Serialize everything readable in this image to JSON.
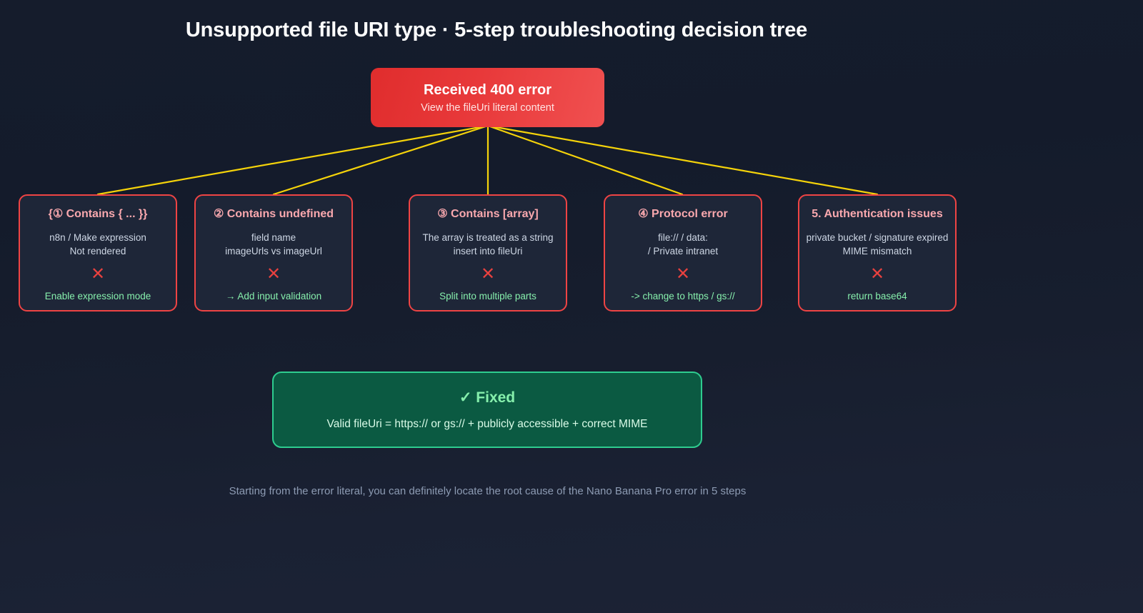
{
  "page": {
    "title": "Unsupported file URI type · 5-step troubleshooting decision tree",
    "footer_note": "Starting from the error literal, you can definitely locate the root cause of the Nano Banana Pro error in 5 steps"
  },
  "colors": {
    "background": "#151c2c",
    "root_red": "#e8393a",
    "card_border_red": "#ef4444",
    "card_fill": "#1e2638",
    "card_title_pink": "#f9a8ae",
    "fix_green": "#86efac",
    "connector_yellow": "#f5d30a",
    "fixed_border": "#2ecc8f",
    "fixed_fill": "#0b5a42",
    "x_mark_red": "#e8413f",
    "footer_gray": "#8d9bb3"
  },
  "root": {
    "title": "Received 400 error",
    "subtitle": "View the fileUri literal content"
  },
  "branches": [
    {
      "title": "{① Contains { ... }}",
      "detail_lines": [
        "n8n / Make expression",
        "Not rendered"
      ],
      "x_mark": "✕",
      "fix": "Enable expression mode"
    },
    {
      "title": "② Contains undefined",
      "detail_lines": [
        "field name",
        "imageUrls vs imageUrl"
      ],
      "x_mark": "✕",
      "fix": "→ Add input validation"
    },
    {
      "title": "③ Contains [array]",
      "detail_lines": [
        "The array is treated as a string",
        "insert into fileUri"
      ],
      "x_mark": "✕",
      "fix": "Split into multiple parts"
    },
    {
      "title": "④ Protocol error",
      "detail_lines": [
        "file:// / data:",
        "/ Private intranet"
      ],
      "x_mark": "✕",
      "fix": "-> change to https / gs://"
    },
    {
      "title": "5. Authentication issues",
      "detail_lines": [
        "private bucket / signature expired",
        "MIME mismatch"
      ],
      "x_mark": "✕",
      "fix": "return base64"
    }
  ],
  "fixed": {
    "title": "✓ Fixed",
    "subtitle": "Valid fileUri = https:// or gs:// + publicly accessible + correct MIME"
  }
}
